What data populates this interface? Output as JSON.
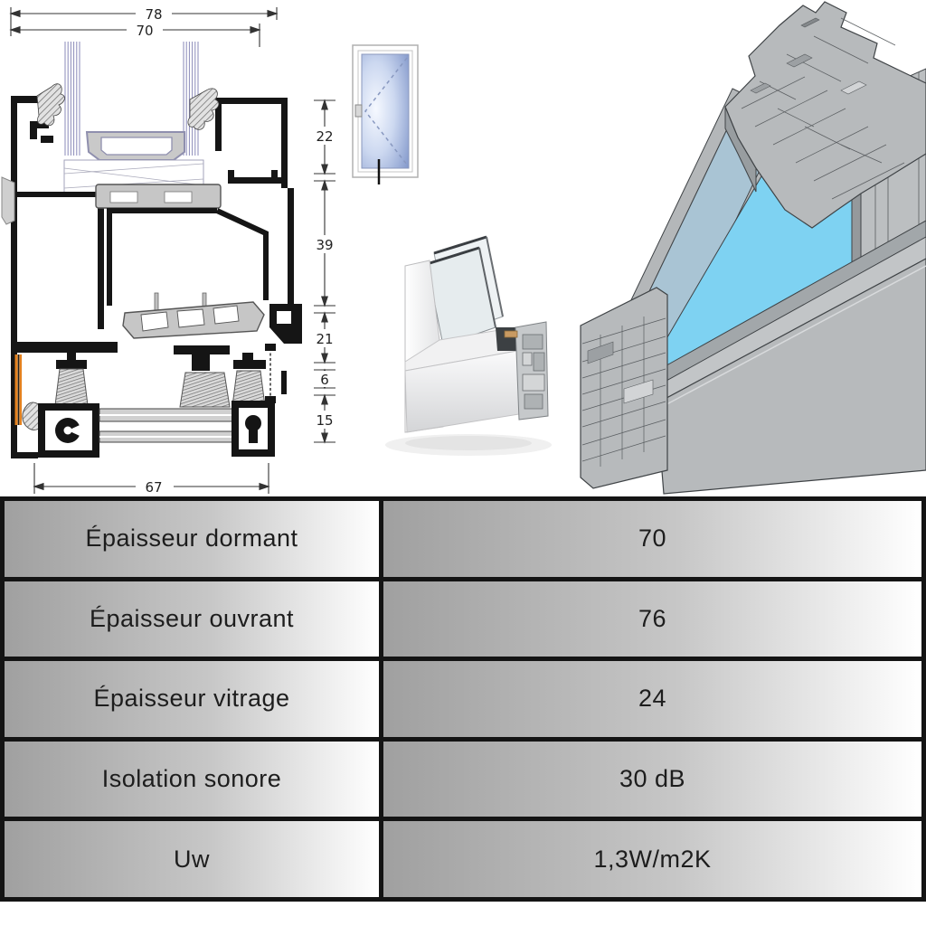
{
  "colors": {
    "glass_blue": "#7ed2f2",
    "pane_edge_blue": "#a9c4d4",
    "aluminum_gray": "#b7babc",
    "accent_orange": "#e5821e",
    "table_border": "#141414",
    "cell_gradient_start": "#a0a0a0",
    "cell_gradient_end": "#ffffff",
    "text": "#1d1d1d"
  },
  "cross_section": {
    "dim_width_outer": "78",
    "dim_width_inner": "70",
    "dim_heights": [
      "22",
      "39",
      "21",
      "6",
      "15"
    ],
    "dim_width_bottom": "67"
  },
  "spec_table": {
    "rows": [
      {
        "label": "Épaisseur dormant",
        "value": "70"
      },
      {
        "label": "Épaisseur ouvrant",
        "value": "76"
      },
      {
        "label": "Épaisseur vitrage",
        "value": "24"
      },
      {
        "label": "Isolation sonore",
        "value": "30 dB"
      },
      {
        "label": "Uw",
        "value": "1,3W/m2K"
      }
    ]
  }
}
